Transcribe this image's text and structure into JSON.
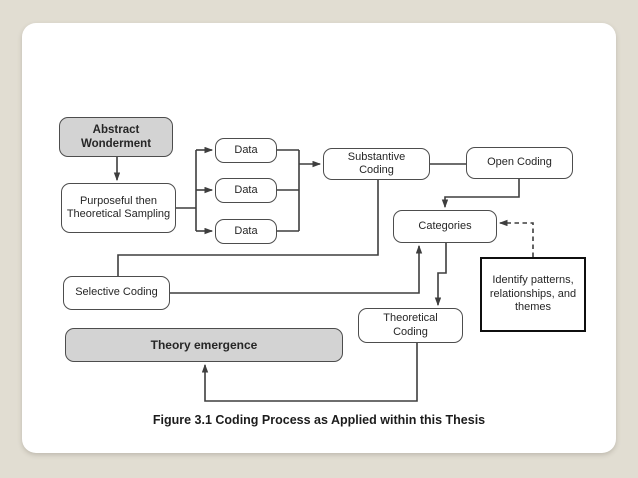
{
  "slide": {
    "type": "flowchart-slide",
    "caption": "Figure 3.1 Coding Process as Applied within this Thesis"
  },
  "colors": {
    "canvas_background": "#e1ddd2",
    "slide_background": "#ffffff",
    "box_border": "#4d4d4d",
    "gray_box_fill": "#d3d3d3",
    "emphasis_box_border": "#0f0f0f",
    "connector_line": "#3e3e3e",
    "text": "#262626"
  },
  "diagram": {
    "nodes": {
      "abstract": {
        "label": "Abstract Wonderment",
        "style": "gray-bold-rounded"
      },
      "purposeful": {
        "label": "Purposeful then Theoretical Sampling",
        "style": "white-rounded"
      },
      "data1": {
        "label": "Data",
        "style": "white-rounded"
      },
      "data2": {
        "label": "Data",
        "style": "white-rounded"
      },
      "data3": {
        "label": "Data",
        "style": "white-rounded"
      },
      "substantive": {
        "label": "Substantive Coding",
        "style": "white-rounded"
      },
      "open": {
        "label": "Open Coding",
        "style": "white-rounded"
      },
      "categories": {
        "label": "Categories",
        "style": "white-rounded"
      },
      "identify": {
        "label": "Identify patterns, relationships, and themes",
        "style": "thick-black-square"
      },
      "selective": {
        "label": "Selective Coding",
        "style": "white-rounded"
      },
      "theoretical": {
        "label": "Theoretical Coding",
        "style": "white-rounded"
      },
      "theory": {
        "label": "Theory emergence",
        "style": "gray-bold-rounded"
      }
    },
    "connections": [
      {
        "from": "abstract",
        "to": "purposeful",
        "style": "solid-arrow"
      },
      {
        "from": "purposeful",
        "to": "data1",
        "style": "solid-arrow"
      },
      {
        "from": "purposeful",
        "to": "data2",
        "style": "solid-arrow"
      },
      {
        "from": "purposeful",
        "to": "data3",
        "style": "solid-arrow"
      },
      {
        "from": "data1",
        "to": "substantive",
        "style": "solid-arrow"
      },
      {
        "from": "data2",
        "to": "substantive",
        "style": "solid-arrow"
      },
      {
        "from": "data3",
        "to": "substantive",
        "style": "solid-arrow"
      },
      {
        "from": "substantive",
        "to": "open",
        "style": "solid-line"
      },
      {
        "from": "open",
        "to": "categories",
        "style": "solid-arrow"
      },
      {
        "from": "substantive",
        "to": "selective",
        "style": "solid-line"
      },
      {
        "from": "selective",
        "to": "categories",
        "style": "solid-arrow"
      },
      {
        "from": "categories",
        "to": "theoretical",
        "style": "solid-arrow"
      },
      {
        "from": "theoretical",
        "to": "theory",
        "style": "solid-arrow"
      },
      {
        "from": "identify",
        "to": "categories",
        "style": "dashed-arrow"
      }
    ]
  }
}
